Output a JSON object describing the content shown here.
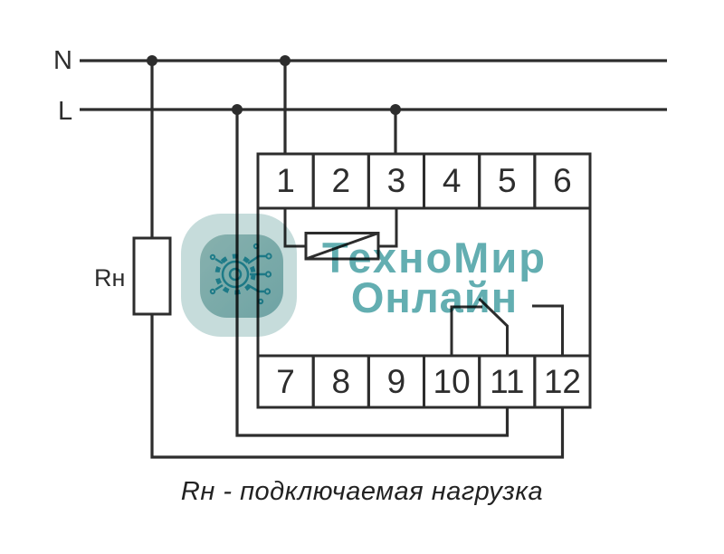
{
  "diagram": {
    "bus_labels": {
      "n": "N",
      "l": "L"
    },
    "load_label": "Rн",
    "caption": "Rн - подключаемая нагрузка",
    "terminals_top": [
      "1",
      "2",
      "3",
      "4",
      "5",
      "6"
    ],
    "terminals_bottom": [
      "7",
      "8",
      "9",
      "10",
      "11",
      "12"
    ],
    "symbols": {
      "coil": "relay-coil-between-terminals-1-and-3",
      "contact": "changeover-contact-terminals-10-11-12",
      "load": "resistor-Rн-between-N-and-terminal-12"
    },
    "colors": {
      "line": "#2d2d2d",
      "background": "#ffffff"
    }
  },
  "watermark": {
    "line1": "ТехноМир",
    "line2": "Онлайн",
    "icon": "gear-circuit-icon",
    "colors": {
      "text": "#63aeb1",
      "badge_outer": "#c6dcdb",
      "badge_inner": "#9ac3c3",
      "icon": "#27aec6"
    }
  }
}
